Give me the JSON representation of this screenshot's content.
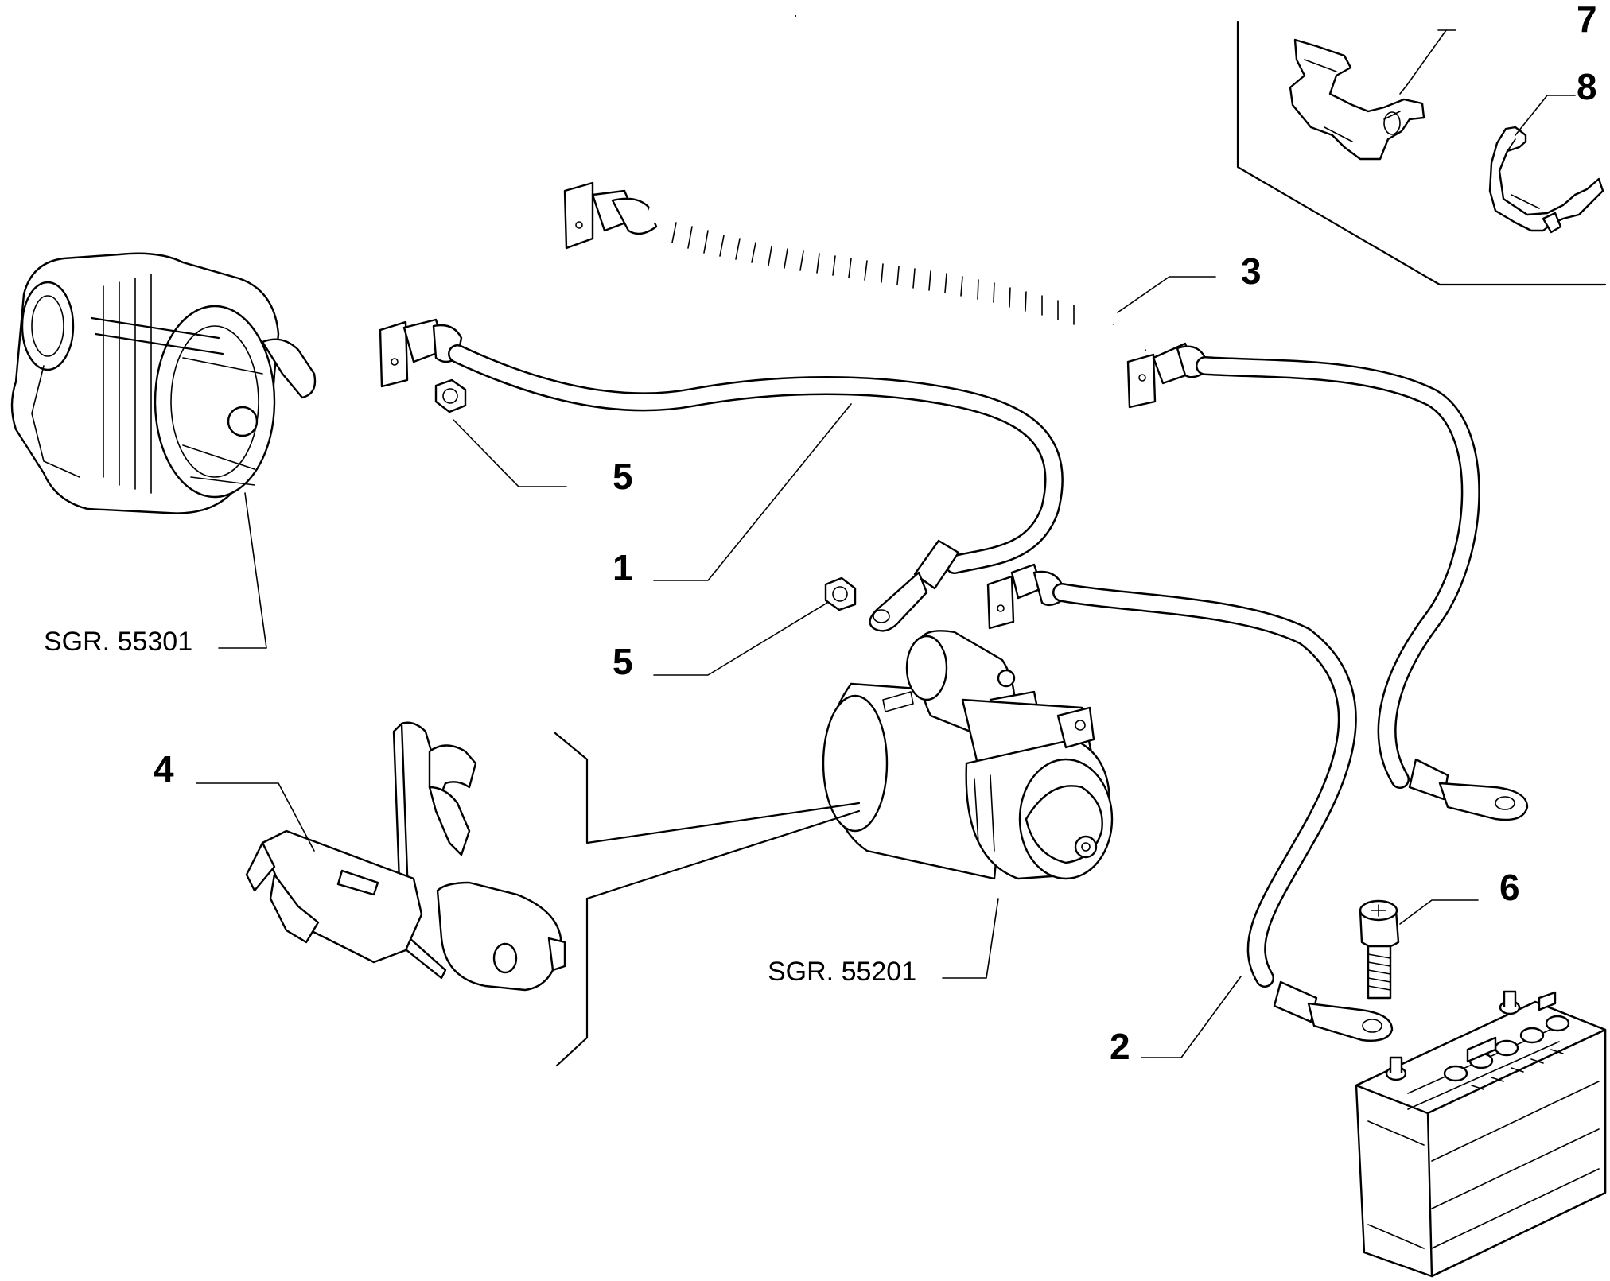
{
  "callouts": {
    "c1": "1",
    "c2": "2",
    "c3": "3",
    "c4": "4",
    "c5a": "5",
    "c5b": "5",
    "c6": "6",
    "c7": "7",
    "c8": "8"
  },
  "references": {
    "alternator": "SGR. 55301",
    "starter": "SGR. 55201"
  }
}
